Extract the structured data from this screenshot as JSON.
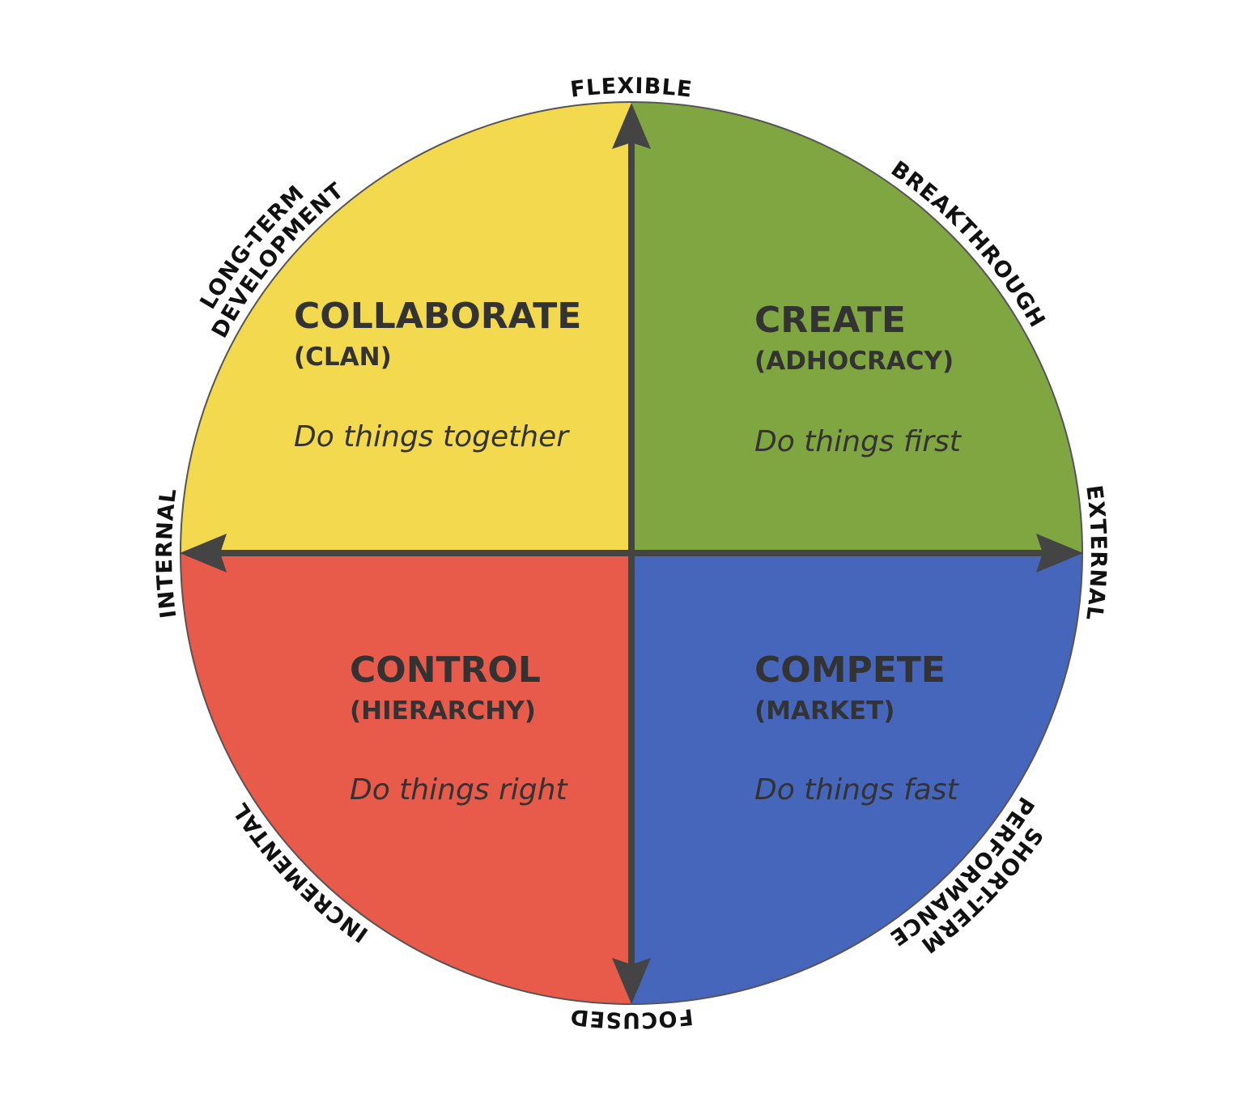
{
  "colors": {
    "collaborate": "#F2D94E",
    "create": "#80A642",
    "control": "#E85A4A",
    "compete": "#4566BB",
    "axis": "#444444",
    "text": "#333333"
  },
  "axes": {
    "top": "FLEXIBLE",
    "bottom": "FOCUSED",
    "left": "INTERNAL",
    "right": "EXTERNAL"
  },
  "diagonals": {
    "top_left": [
      "LONG-TERM",
      "DEVELOPMENT"
    ],
    "top_right": [
      "BREAKTHROUGH"
    ],
    "bottom_left": [
      "INCREMENTAL"
    ],
    "bottom_right": [
      "SHORT-TERM",
      "PERFORMANCE"
    ]
  },
  "quadrants": {
    "collaborate": {
      "title": "COLLABORATE",
      "subtitle": "(CLAN)",
      "tagline": "Do things together"
    },
    "create": {
      "title": "CREATE",
      "subtitle": "(ADHOCRACY)",
      "tagline": "Do things first"
    },
    "control": {
      "title": "CONTROL",
      "subtitle": "(HIERARCHY)",
      "tagline": "Do things right"
    },
    "compete": {
      "title": "COMPETE",
      "subtitle": "(MARKET)",
      "tagline": "Do things fast"
    }
  }
}
